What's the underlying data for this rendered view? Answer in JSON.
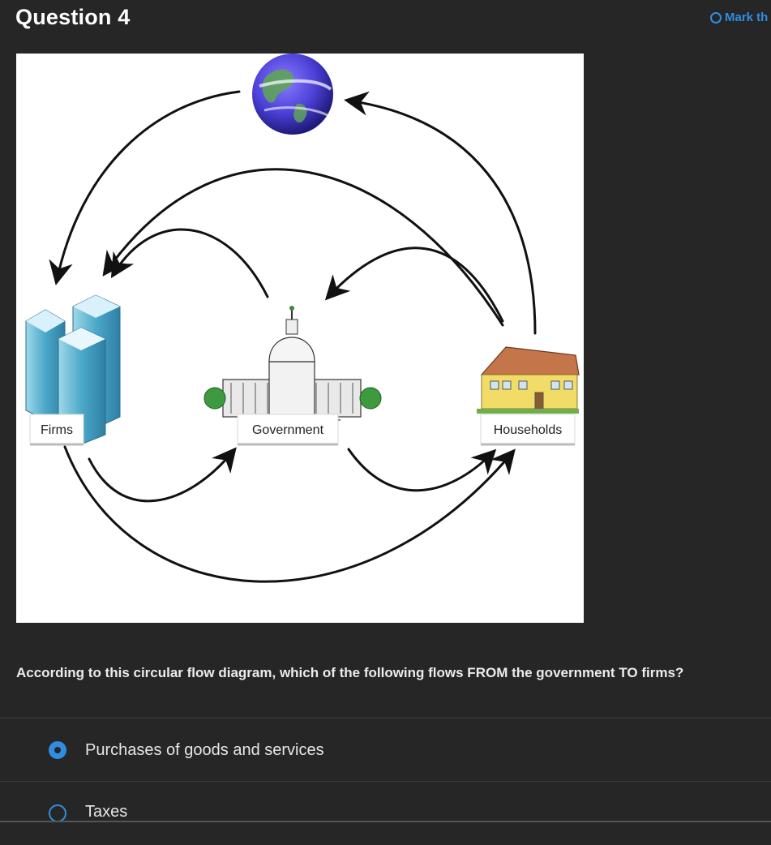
{
  "header": {
    "title": "Question 4",
    "mark_label": "Mark th"
  },
  "figure": {
    "labels": {
      "firms": "Firms",
      "government": "Government",
      "households": "Households"
    }
  },
  "question": {
    "text": "According to this circular flow diagram, which of the following flows FROM the government TO firms?"
  },
  "options": [
    {
      "label": "Purchases of goods and services",
      "selected": true
    },
    {
      "label": "Taxes",
      "selected": false
    }
  ],
  "colors": {
    "accent": "#2f8ee0",
    "background": "#262626"
  }
}
